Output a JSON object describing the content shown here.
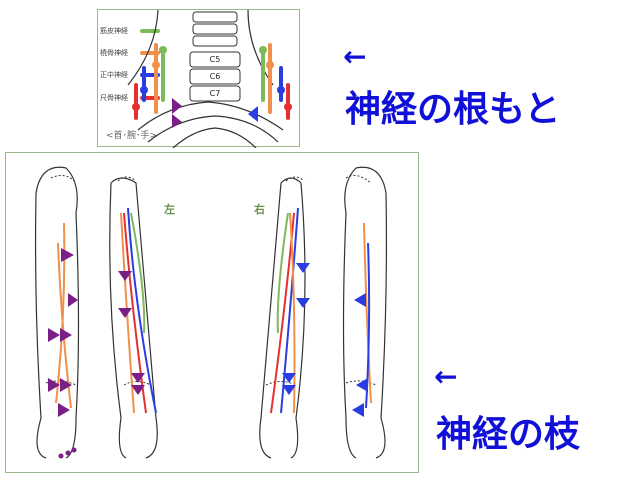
{
  "colors": {
    "musculocutaneous": "#7dbb5a",
    "radial": "#f0904a",
    "median": "#2a3de0",
    "ulnar": "#e63030",
    "marker_purple": "#7a1f86",
    "marker_blue": "#2a3de0",
    "heading_blue": "#1010d8",
    "side_label_green": "#6a8f4a"
  },
  "legend": [
    {
      "label": "筋皮神経",
      "color": "#7dbb5a"
    },
    {
      "label": "橈骨神経",
      "color": "#f0904a"
    },
    {
      "label": "正中神経",
      "color": "#2a3de0"
    },
    {
      "label": "尺骨神経",
      "color": "#e63030"
    }
  ],
  "vertebrae": [
    "C5",
    "C6",
    "C7"
  ],
  "caption": "<首･腕･手>",
  "headings": {
    "arrow": "←",
    "root": "神経の根もと",
    "branch": "神経の枝"
  },
  "sides": {
    "left": "左",
    "right": "右"
  }
}
